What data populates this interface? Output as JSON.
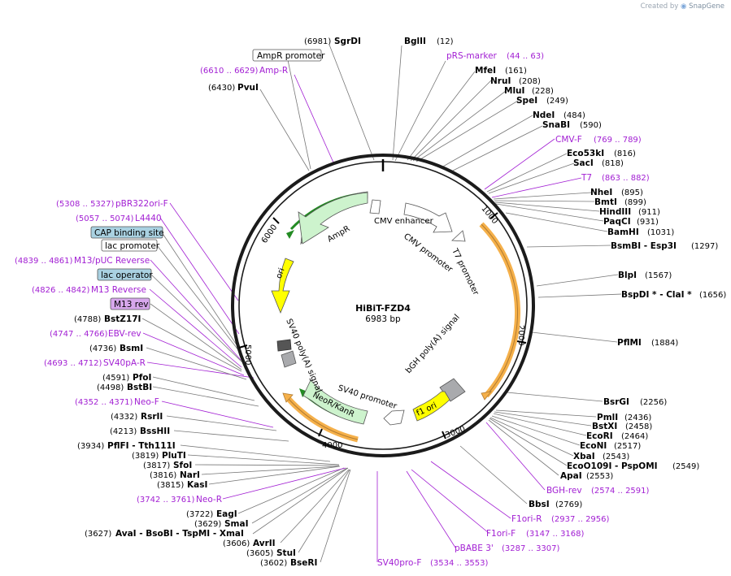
{
  "credit": {
    "prefix": "Created by",
    "brand": "SnapGene"
  },
  "plasmid": {
    "name": "HiBiT-FZD4",
    "size_label": "6983 bp",
    "length": 6983
  },
  "ticks": [
    "1000",
    "2000",
    "3000",
    "4000",
    "5000",
    "6000"
  ],
  "colors": {
    "primer": "#a21fd3",
    "orange": "#f5b04a",
    "green": "#cdf3cd",
    "yellow": "#ffff00",
    "gray": "#a9aaad"
  },
  "sites": [
    {
      "name": "SgrDI",
      "pos": "(6981)",
      "kind": "enzyme"
    },
    {
      "name": "BglII",
      "pos": "(12)",
      "kind": "enzyme"
    },
    {
      "name": "pRS-marker",
      "pos": "(44 .. 63)",
      "kind": "primer"
    },
    {
      "name": "AmpR promoter",
      "pos": "",
      "kind": "boxed"
    },
    {
      "name": "Amp-R",
      "pos": "(6610 .. 6629)",
      "kind": "primer"
    },
    {
      "name": "PvuI",
      "pos": "(6430)",
      "kind": "enzyme"
    },
    {
      "name": "MfeI",
      "pos": "(161)",
      "kind": "enzyme"
    },
    {
      "name": "NruI",
      "pos": "(208)",
      "kind": "enzyme"
    },
    {
      "name": "MluI",
      "pos": "(228)",
      "kind": "enzyme"
    },
    {
      "name": "SpeI",
      "pos": "(249)",
      "kind": "enzyme"
    },
    {
      "name": "NdeI",
      "pos": "(484)",
      "kind": "enzyme"
    },
    {
      "name": "SnaBI",
      "pos": "(590)",
      "kind": "enzyme"
    },
    {
      "name": "CMV-F",
      "pos": "(769 .. 789)",
      "kind": "primer"
    },
    {
      "name": "Eco53kI",
      "pos": "(816)",
      "kind": "enzyme"
    },
    {
      "name": "SacI",
      "pos": "(818)",
      "kind": "enzyme"
    },
    {
      "name": "T7",
      "pos": "(863 .. 882)",
      "kind": "primer"
    },
    {
      "name": "NheI",
      "pos": "(895)",
      "kind": "enzyme"
    },
    {
      "name": "BmtI",
      "pos": "(899)",
      "kind": "enzyme"
    },
    {
      "name": "HindIII",
      "pos": "(911)",
      "kind": "enzyme"
    },
    {
      "name": "PaqCI",
      "pos": "(931)",
      "kind": "enzyme"
    },
    {
      "name": "BamHI",
      "pos": "(1031)",
      "kind": "enzyme"
    },
    {
      "name": "BsmBI - Esp3I",
      "pos": "(1297)",
      "kind": "enzyme"
    },
    {
      "name": "BlpI",
      "pos": "(1567)",
      "kind": "enzyme"
    },
    {
      "name": "BspDI * - ClaI *",
      "pos": "(1656)",
      "kind": "enzyme"
    },
    {
      "name": "PflMI",
      "pos": "(1884)",
      "kind": "enzyme"
    },
    {
      "name": "BsrGI",
      "pos": "(2256)",
      "kind": "enzyme"
    },
    {
      "name": "PmlI",
      "pos": "(2436)",
      "kind": "enzyme"
    },
    {
      "name": "BstXI",
      "pos": "(2458)",
      "kind": "enzyme"
    },
    {
      "name": "EcoRI",
      "pos": "(2464)",
      "kind": "enzyme"
    },
    {
      "name": "EcoNI",
      "pos": "(2517)",
      "kind": "enzyme"
    },
    {
      "name": "XbaI",
      "pos": "(2543)",
      "kind": "enzyme"
    },
    {
      "name": "EcoO109I - PspOMI",
      "pos": "(2549)",
      "kind": "enzyme"
    },
    {
      "name": "ApaI",
      "pos": "(2553)",
      "kind": "enzyme"
    },
    {
      "name": "BGH-rev",
      "pos": "(2574 .. 2591)",
      "kind": "primer"
    },
    {
      "name": "BbsI",
      "pos": "(2769)",
      "kind": "enzyme"
    },
    {
      "name": "F1ori-R",
      "pos": "(2937 .. 2956)",
      "kind": "primer"
    },
    {
      "name": "F1ori-F",
      "pos": "(3147 .. 3168)",
      "kind": "primer"
    },
    {
      "name": "pBABE 3'",
      "pos": "(3287 .. 3307)",
      "kind": "primer"
    },
    {
      "name": "SV40pro-F",
      "pos": "(3534 .. 3553)",
      "kind": "primer"
    },
    {
      "name": "BseRI",
      "pos": "(3602)",
      "kind": "enzyme"
    },
    {
      "name": "StuI",
      "pos": "(3605)",
      "kind": "enzyme"
    },
    {
      "name": "AvrII",
      "pos": "(3606)",
      "kind": "enzyme"
    },
    {
      "name": "AvaI - BsoBI - TspMI - XmaI",
      "pos": "(3627)",
      "kind": "enzyme"
    },
    {
      "name": "SmaI",
      "pos": "(3629)",
      "kind": "enzyme"
    },
    {
      "name": "EagI",
      "pos": "(3722)",
      "kind": "enzyme"
    },
    {
      "name": "Neo-R",
      "pos": "(3742 .. 3761)",
      "kind": "primer"
    },
    {
      "name": "KasI",
      "pos": "(3815)",
      "kind": "enzyme"
    },
    {
      "name": "NarI",
      "pos": "(3816)",
      "kind": "enzyme"
    },
    {
      "name": "SfoI",
      "pos": "(3817)",
      "kind": "enzyme"
    },
    {
      "name": "PluTI",
      "pos": "(3819)",
      "kind": "enzyme"
    },
    {
      "name": "PflFI - Tth111I",
      "pos": "(3934)",
      "kind": "enzyme"
    },
    {
      "name": "BssHII",
      "pos": "(4213)",
      "kind": "enzyme"
    },
    {
      "name": "RsrII",
      "pos": "(4332)",
      "kind": "enzyme"
    },
    {
      "name": "Neo-F",
      "pos": "(4352 .. 4371)",
      "kind": "primer"
    },
    {
      "name": "BstBI",
      "pos": "(4498)",
      "kind": "enzyme"
    },
    {
      "name": "PfoI",
      "pos": "(4591)",
      "kind": "enzyme"
    },
    {
      "name": "SV40pA-R",
      "pos": "(4693 .. 4712)",
      "kind": "primer"
    },
    {
      "name": "BsmI",
      "pos": "(4736)",
      "kind": "enzyme"
    },
    {
      "name": "EBV-rev",
      "pos": "(4747 .. 4766)",
      "kind": "primer"
    },
    {
      "name": "BstZ17I",
      "pos": "(4788)",
      "kind": "enzyme"
    },
    {
      "name": "M13 rev",
      "pos": "",
      "kind": "boxed-purple"
    },
    {
      "name": "M13 Reverse",
      "pos": "(4826 .. 4842)",
      "kind": "primer"
    },
    {
      "name": "lac operator",
      "pos": "",
      "kind": "boxed-blue"
    },
    {
      "name": "M13/pUC Reverse",
      "pos": "(4839 .. 4861)",
      "kind": "primer"
    },
    {
      "name": "lac promoter",
      "pos": "",
      "kind": "boxed"
    },
    {
      "name": "CAP binding site",
      "pos": "",
      "kind": "boxed-blue"
    },
    {
      "name": "L4440",
      "pos": "(5057 .. 5074)",
      "kind": "primer"
    },
    {
      "name": "pBR322ori-F",
      "pos": "(5308 .. 5327)",
      "kind": "primer"
    }
  ],
  "features": [
    {
      "name": "CMV enhancer"
    },
    {
      "name": "CMV promoter"
    },
    {
      "name": "T7 promoter"
    },
    {
      "name": "bGH poly(A) signal"
    },
    {
      "name": "f1 ori"
    },
    {
      "name": "SV40 promoter"
    },
    {
      "name": "NeoR/KanR"
    },
    {
      "name": "SV40 poly(A) signal"
    },
    {
      "name": "ori"
    },
    {
      "name": "AmpR"
    }
  ]
}
